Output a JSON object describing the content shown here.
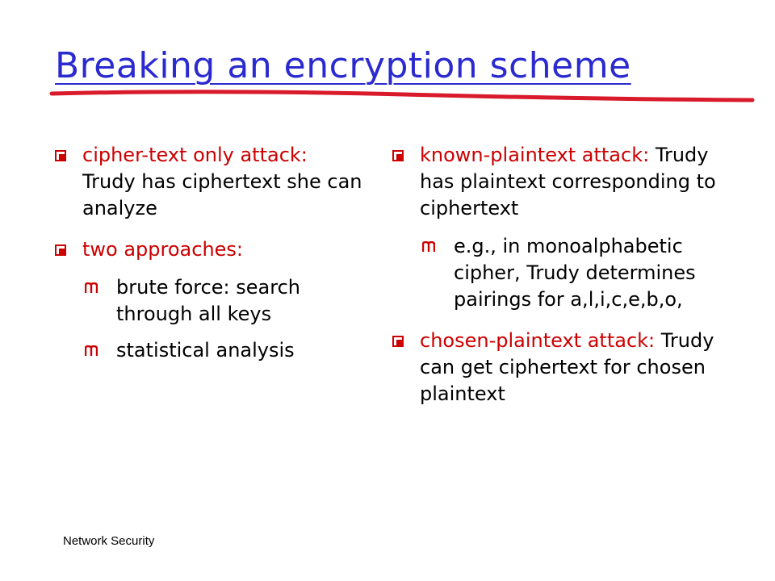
{
  "slide": {
    "title": "Breaking an encryption scheme",
    "footer": "Network Security",
    "colors": {
      "title": "#2a2ad0",
      "highlight": "#cc0000",
      "body": "#000000",
      "underline": "#d81a2a"
    },
    "bullet_icon": "checkbox-bullet-icon",
    "sub_bullet_icon": "m-shape-bullet-icon",
    "left_column": {
      "item_1": {
        "term": "cipher-text only attack:",
        "text": " Trudy has ciphertext she can analyze"
      },
      "item_2": {
        "term": "two approaches:",
        "subitems": [
          "brute force: search through all keys",
          "statistical analysis"
        ]
      }
    },
    "right_column": {
      "item_1": {
        "term": "known-plaintext attack:",
        "text": " Trudy has plaintext corresponding to ciphertext",
        "subitems": [
          "e.g., in monoalphabetic cipher, Trudy determines pairings for a,l,i,c,e,b,o,"
        ]
      },
      "item_2": {
        "term": "chosen-plaintext attack:",
        "text": " Trudy can get ciphertext for chosen plaintext"
      }
    }
  }
}
